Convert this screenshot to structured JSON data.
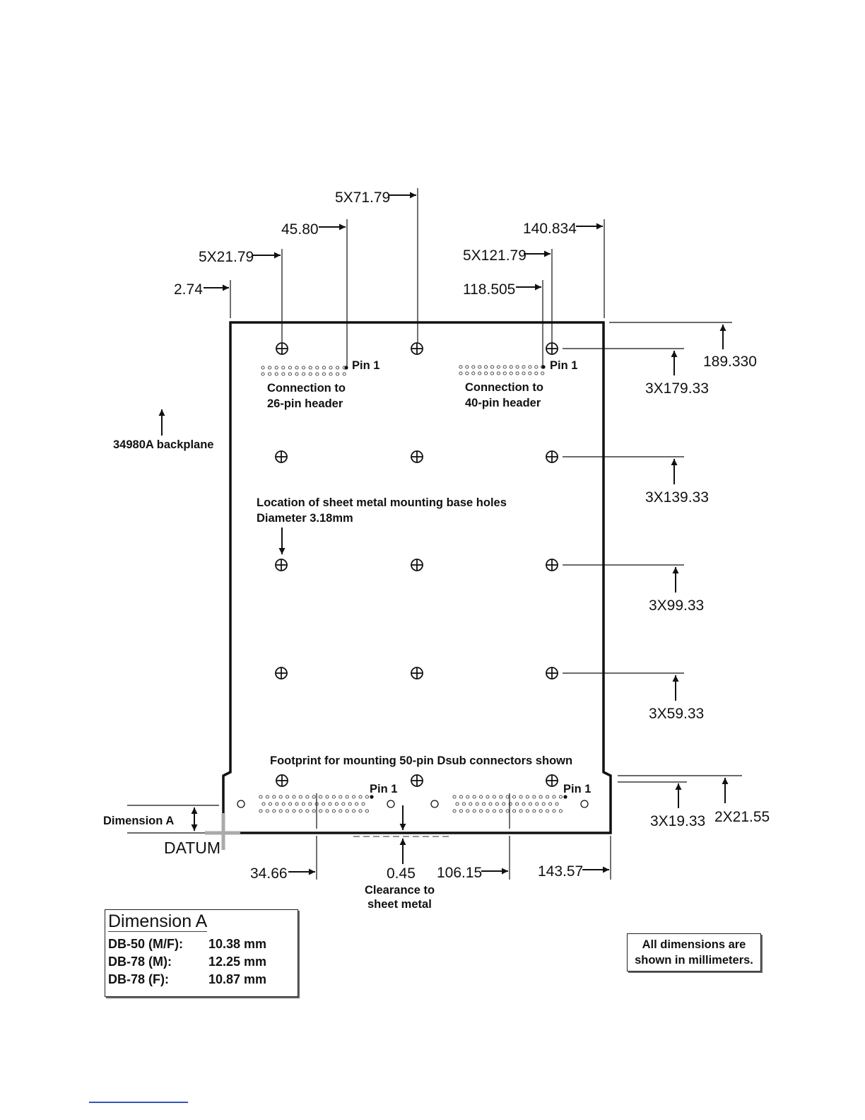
{
  "labels": {
    "d_2_74": "2.74",
    "d_5x21_79": "5X21.79",
    "d_45_80": "45.80",
    "d_5x71_79": "5X71.79",
    "d_118_505": "118.505",
    "d_5x121_79": "5X121.79",
    "d_140_834": "140.834",
    "d_189_330": "189.330",
    "d_3x179_33": "3X179.33",
    "d_3x139_33": "3X139.33",
    "d_3x99_33": "3X99.33",
    "d_3x59_33": "3X59.33",
    "d_3x19_33": "3X19.33",
    "d_2x21_55": "2X21.55",
    "d_34_66": "34.66",
    "d_0_45": "0.45",
    "d_106_15": "106.15",
    "d_143_57": "143.57",
    "pin1": "Pin 1",
    "conn26_line1": "Connection to",
    "conn26_line2": "26-pin header",
    "conn40_line1": "Connection to",
    "conn40_line2": "40-pin header",
    "backplane": "34980A backplane",
    "holes_line1": "Location of sheet metal mounting base holes",
    "holes_line2": "Diameter 3.18mm",
    "footprint": "Footprint for mounting 50-pin Dsub connectors shown",
    "dimension_a": "Dimension  A",
    "datum": "DATUM",
    "clearance_line1": "Clearance to",
    "clearance_line2": "sheet metal"
  },
  "dimension_table": {
    "title": "Dimension  A",
    "rows": [
      {
        "name": "DB-50 (M/F):",
        "value": "10.38 mm"
      },
      {
        "name": "DB-78 (M):",
        "value": "12.25 mm"
      },
      {
        "name": "DB-78 (F):",
        "value": "10.87 mm"
      }
    ]
  },
  "note": {
    "line1": "All dimensions are",
    "line2": "shown in millimeters."
  }
}
